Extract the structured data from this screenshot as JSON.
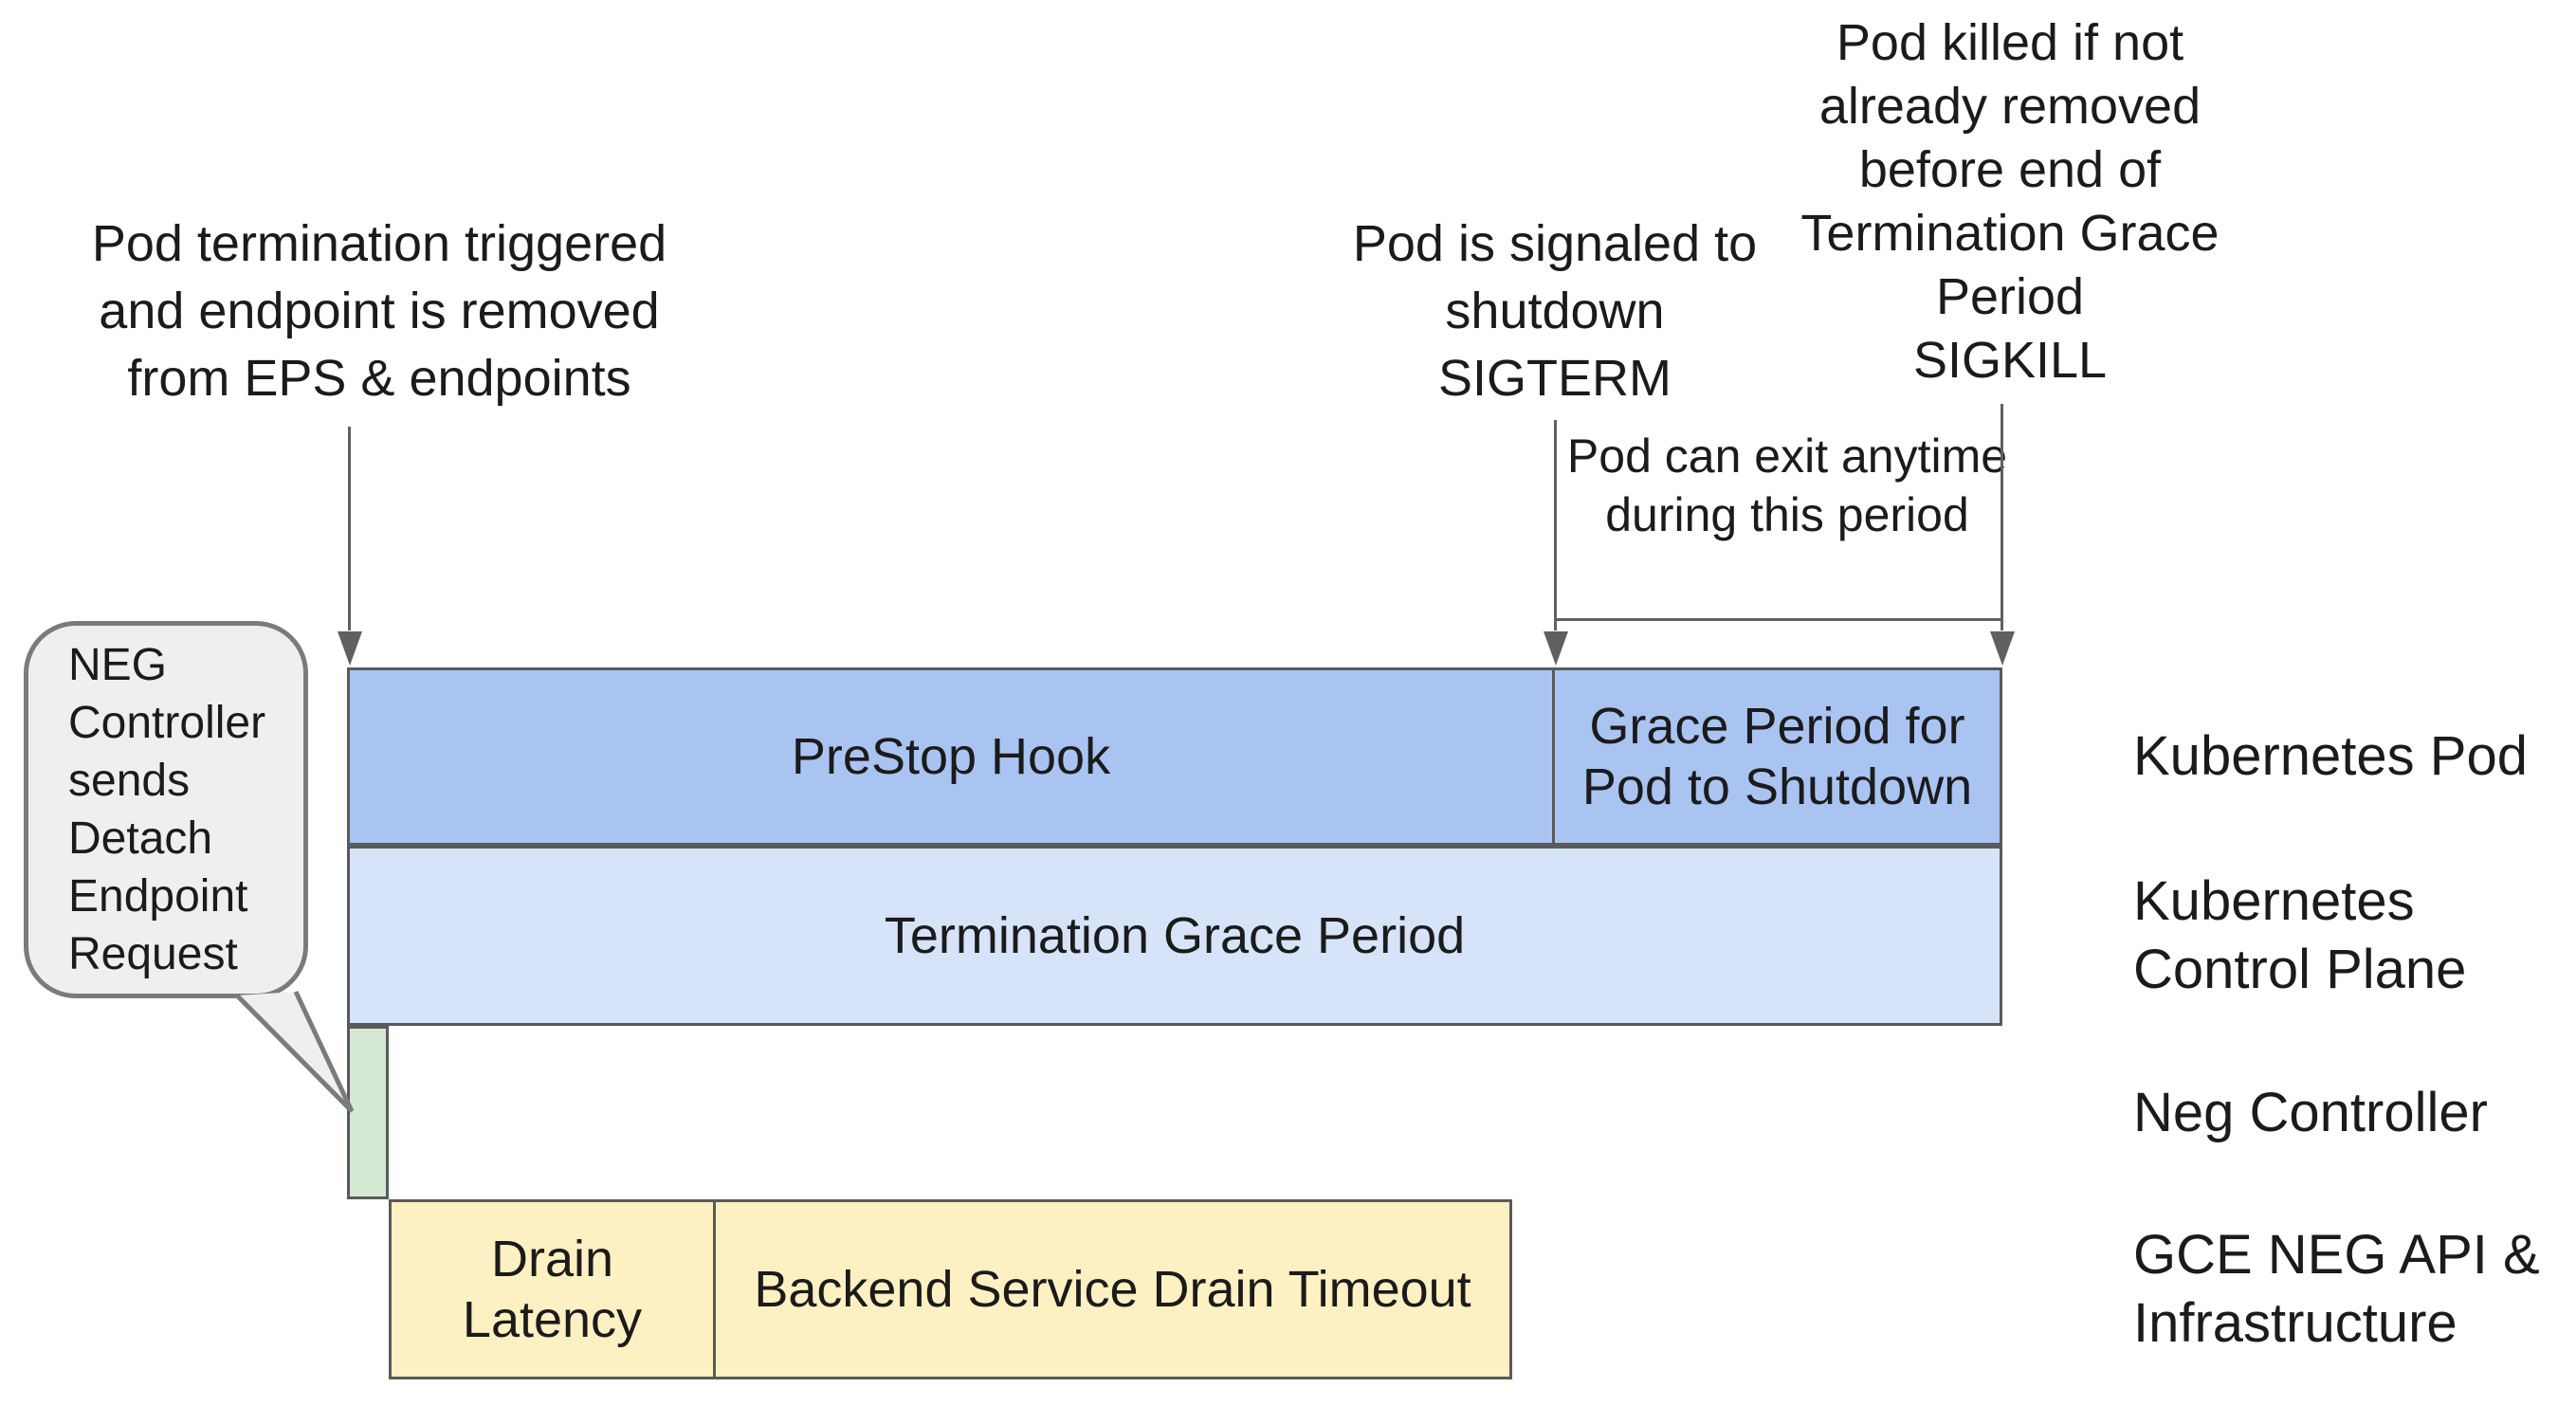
{
  "annotations": {
    "pod_termination_trigger": "Pod termination triggered\nand endpoint is removed\nfrom EPS & endpoints",
    "sigterm": "Pod is signaled to\nshutdown\nSIGTERM",
    "sigkill": "Pod killed if not\nalready removed\nbefore end of\nTermination Grace\nPeriod\nSIGKILL",
    "exit_note": "Pod can exit anytime\nduring this period",
    "bubble_note": "NEG\nController\nsends\nDetach\nEndpoint\nRequest"
  },
  "rows": [
    {
      "label": "Kubernetes Pod",
      "segments": [
        {
          "text": "PreStop Hook"
        },
        {
          "text": "Grace Period for\nPod to Shutdown"
        }
      ]
    },
    {
      "label": "Kubernetes\nControl Plane",
      "segments": [
        {
          "text": "Termination Grace Period"
        }
      ]
    },
    {
      "label": "Neg Controller",
      "segments": [
        {
          "text": ""
        }
      ]
    },
    {
      "label": "GCE NEG API &\nInfrastructure",
      "segments": [
        {
          "text": "Drain\nLatency"
        },
        {
          "text": "Backend Service Drain Timeout"
        }
      ]
    }
  ],
  "colors": {
    "canvas_bg": "#ffffff",
    "text": "#1b1b1b",
    "line": "#5f6062",
    "border": "#595a5c",
    "bar_blue": "#aac4f2",
    "bar_lightblue": "#d6e3f9",
    "bar_green": "#d5e8d4",
    "bar_yellow": "#fdf0c2",
    "bubble_fill": "#efefef",
    "bubble_border": "#7b7b7b"
  }
}
